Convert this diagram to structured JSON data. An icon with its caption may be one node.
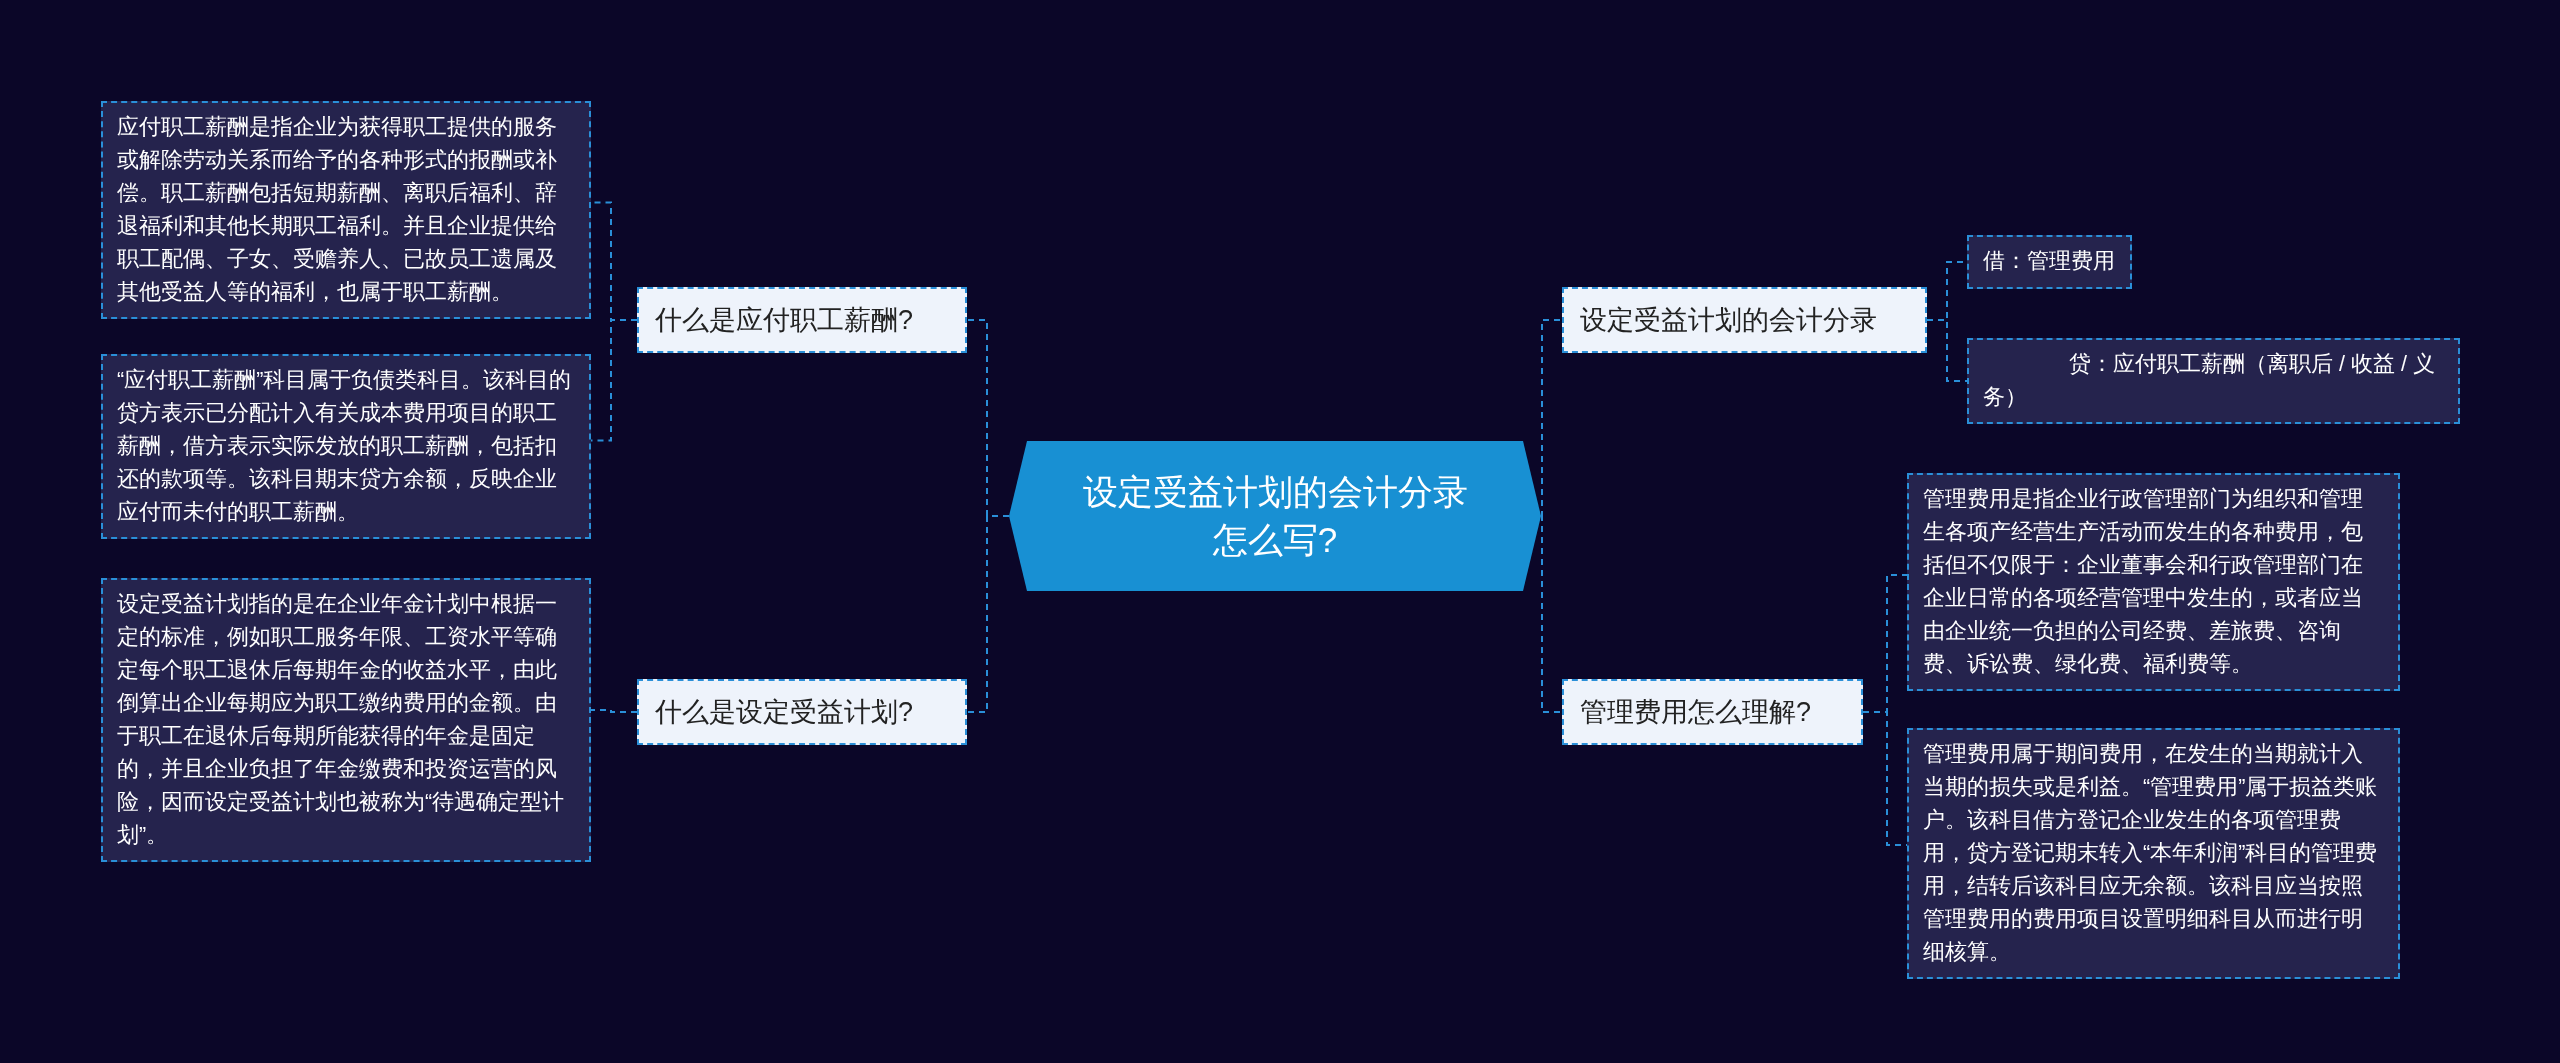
{
  "diagram": {
    "nodes": [
      {
        "text": [
          "设定受益计划的会计分录怎么写?"
        ]
      },
      {
        "text": [
          "什么是应付职工薪酬?"
        ]
      },
      {
        "text": [
          "应付职工薪酬是指企业为获得职工提供的服务或解除劳动关系而给予的各种形式的报酬或补偿。职工薪酬包括短期薪酬、离职后福利、辞退福利和其他长期职工福利。并且企业提供给职工配偶、子女、受赡养人、已故员工遗属及其他受益人等的福利，也属于职工薪酬。"
        ]
      },
      {
        "text": [
          "“应付职工薪酬”科目属于负债类科目。该科目的贷方表示已分配计入有关成本费用项目的职工薪酬，借方表示实际发放的职工薪酬，包括扣还的款项等。该科目期末贷方余额，反映企业应付而未付的职工薪酬。"
        ]
      },
      {
        "text": [
          "什么是设定受益计划?"
        ]
      },
      {
        "text": [
          "设定受益计划指的是在企业年金计划中根据一定的标准，例如职工服务年限、工资水平等确定每个职工退休后每期年金的收益水平，由此倒算出企业每期应为职工缴纳费用的金额。由于职工在退休后每期所能获得的年金是固定的，并且企业负担了年金缴费和投资运营的风险，因而设定受益计划也被称为“待遇确定型计划”。"
        ]
      },
      {
        "text": [
          "设定受益计划的会计分录"
        ]
      },
      {
        "text": [
          "借：管理费用"
        ]
      },
      {
        "text": [
          "贷：应付职工薪酬（离职后 / 收益 / 义务）"
        ]
      },
      {
        "text": [
          "管理费用怎么理解?"
        ]
      },
      {
        "text": [
          "管理费用是指企业行政管理部门为组织和管理生各项产经营生产活动而发生的各种费用，包括但不仅限于：企业董事会和行政管理部门在企业日常的各项经营管理中发生的，或者应当由企业统一负担的公司经费、差旅费、咨询费、诉讼费、绿化费、福利费等。"
        ]
      },
      {
        "text": [
          "管理费用属于期间费用，在发生的当期就计入当期的损失或是利益。“管理费用”属于损益类账户。该科目借方登记企业发生的各项管理费用，贷方登记期末转入“本年利润”科目的管理费用，结转后该科目应无余额。该科目应当按照管理费用的费用项目设置明细科目从而进行明细核算。"
        ]
      }
    ],
    "edges": [
      {
        "from": 0,
        "to": 1,
        "arrow": "none"
      },
      {
        "from": 1,
        "to": 2,
        "arrow": "none"
      },
      {
        "from": 1,
        "to": 3,
        "arrow": "none"
      },
      {
        "from": 0,
        "to": 4,
        "arrow": "none"
      },
      {
        "from": 4,
        "to": 5,
        "arrow": "none"
      },
      {
        "from": 0,
        "to": 6,
        "arrow": "none"
      },
      {
        "from": 6,
        "to": 7,
        "arrow": "none"
      },
      {
        "from": 6,
        "to": 8,
        "arrow": "none"
      },
      {
        "from": 0,
        "to": 9,
        "arrow": "none"
      },
      {
        "from": 9,
        "to": 10,
        "arrow": "none"
      },
      {
        "from": 9,
        "to": 11,
        "arrow": "none"
      }
    ]
  }
}
